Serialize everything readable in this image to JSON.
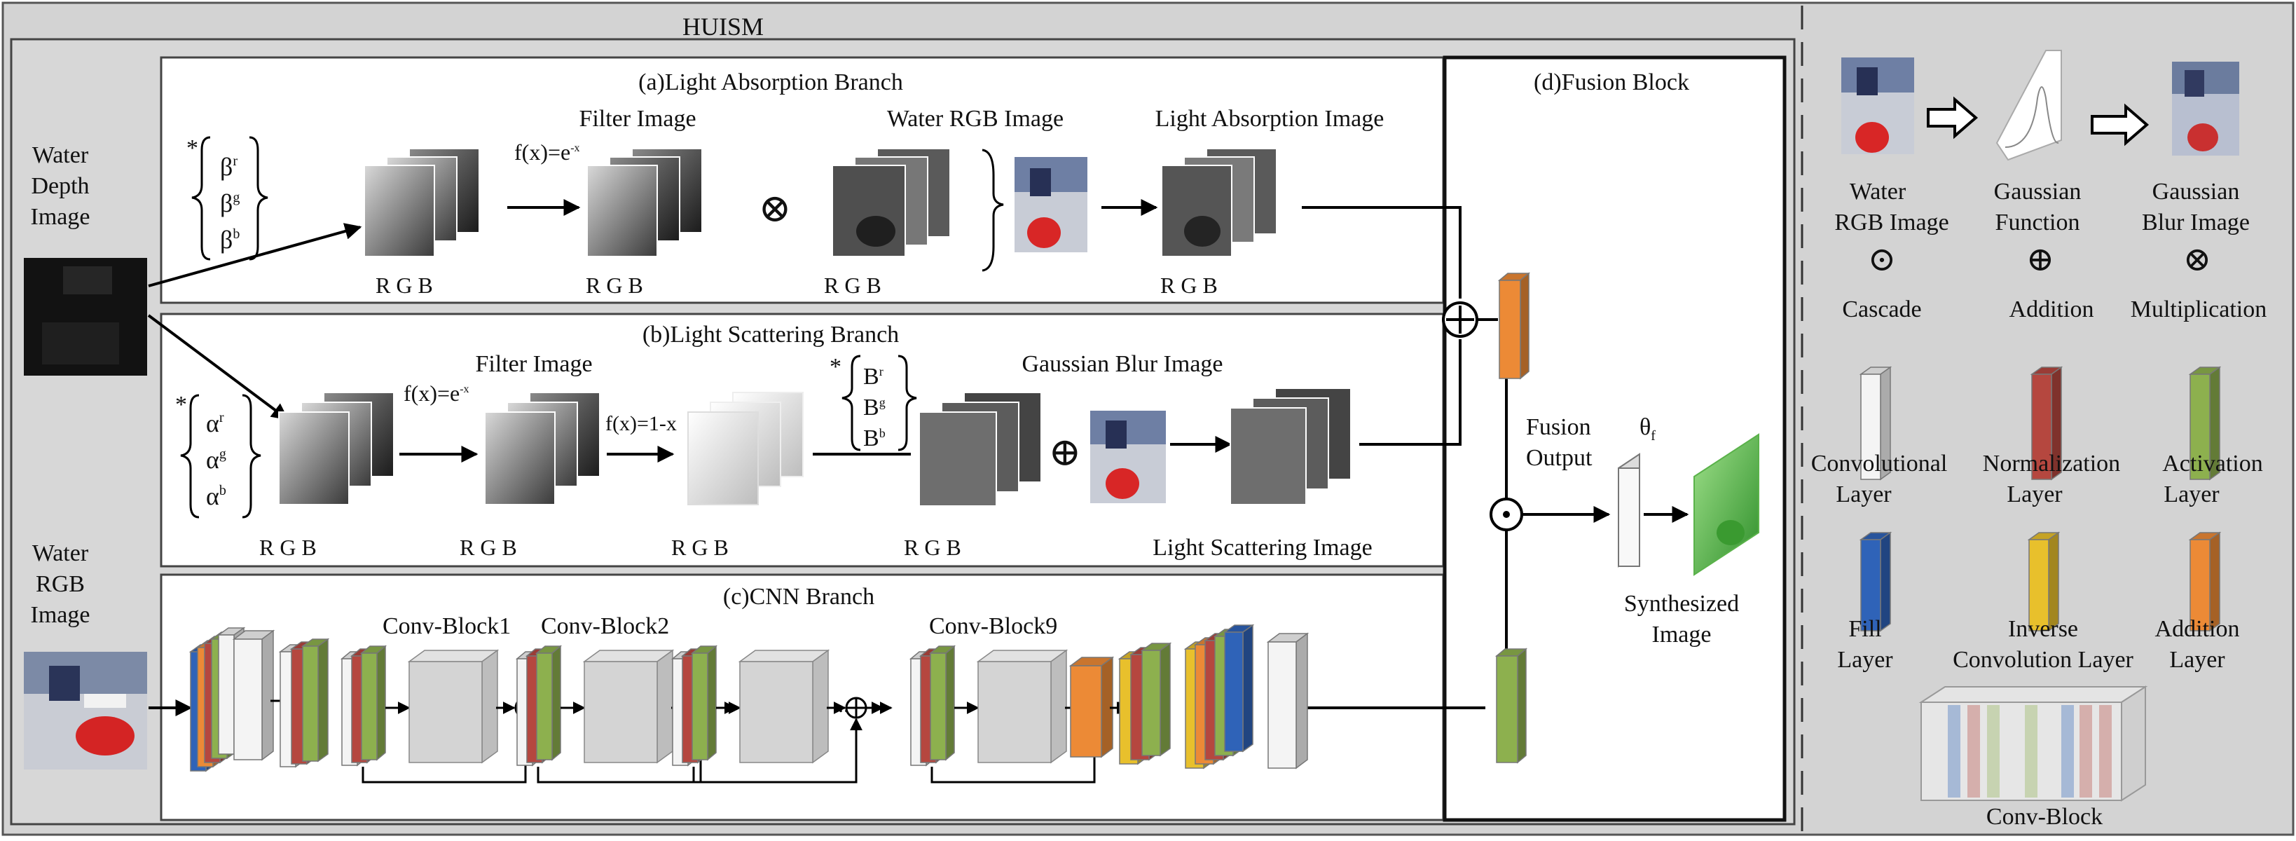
{
  "main_title": "HUISM",
  "inputs": {
    "depth_lines": [
      "Water",
      "Depth",
      "Image"
    ],
    "rgb_lines": [
      "Water",
      "RGB",
      "Image"
    ]
  },
  "branch_a": {
    "title": "(a)Light Absorption Branch",
    "filter_image": "Filter Image",
    "water_rgb_image": "Water RGB Image",
    "light_absorption_image": "Light Absorption Image",
    "func": "f(x)=e",
    "func_sup": "-x",
    "coef_prefix": "*",
    "coefs": [
      "β",
      "β",
      "β"
    ],
    "coef_subs": [
      "r",
      "g",
      "b"
    ],
    "rgb": "R G B",
    "otimes": "⊗"
  },
  "branch_b": {
    "title": "(b)Light Scattering Branch",
    "filter_image": "Filter Image",
    "gaussian_blur_image": "Gaussian Blur Image",
    "light_scattering_image": "Light Scattering Image",
    "func1": "f(x)=e",
    "func1_sup": "-x",
    "func2": "f(x)=1-x",
    "coef_prefix": "*",
    "coefs_alpha": [
      "α",
      "α",
      "α"
    ],
    "coefs_B": [
      "B",
      "B",
      "B"
    ],
    "coef_subs": [
      "r",
      "g",
      "b"
    ],
    "rgb": "R G B",
    "oplus": "⊕"
  },
  "branch_c": {
    "title": "(c)CNN Branch",
    "block1": "Conv-Block1",
    "block2": "Conv-Block2",
    "block9": "Conv-Block9",
    "ellipsis": "..."
  },
  "fusion": {
    "title": "(d)Fusion Block",
    "output_lines": [
      "Fusion",
      "Output"
    ],
    "theta": "θ",
    "theta_sub": "f",
    "synth_lines": [
      "Synthesized",
      "Image"
    ]
  },
  "legend": {
    "top_labels": [
      [
        "Water",
        "RGB Image"
      ],
      [
        "Gaussian",
        "Function"
      ],
      [
        "Gaussian",
        "Blur Image"
      ]
    ],
    "ops": [
      {
        "symbol": "⊙",
        "label": "Cascade"
      },
      {
        "symbol": "⊕",
        "label": "Addition"
      },
      {
        "symbol": "⊗",
        "label": "Multiplication"
      }
    ],
    "layers": [
      {
        "lines": [
          "Convolutional",
          "Layer"
        ]
      },
      {
        "lines": [
          "Normalization",
          "Layer"
        ]
      },
      {
        "lines": [
          "Activation",
          "Layer"
        ]
      },
      {
        "lines": [
          "Fill",
          "Layer"
        ]
      },
      {
        "lines": [
          "Inverse",
          "Convolution Layer"
        ]
      },
      {
        "lines": [
          "Addition",
          "Layer"
        ]
      }
    ],
    "conv_block": "Conv-Block"
  },
  "colors": {
    "conv": "#f4f4f4",
    "norm": "#b5473f",
    "act": "#8db04e",
    "fill": "#2f63b8",
    "inv": "#e8c02c",
    "add": "#ec8a36"
  }
}
